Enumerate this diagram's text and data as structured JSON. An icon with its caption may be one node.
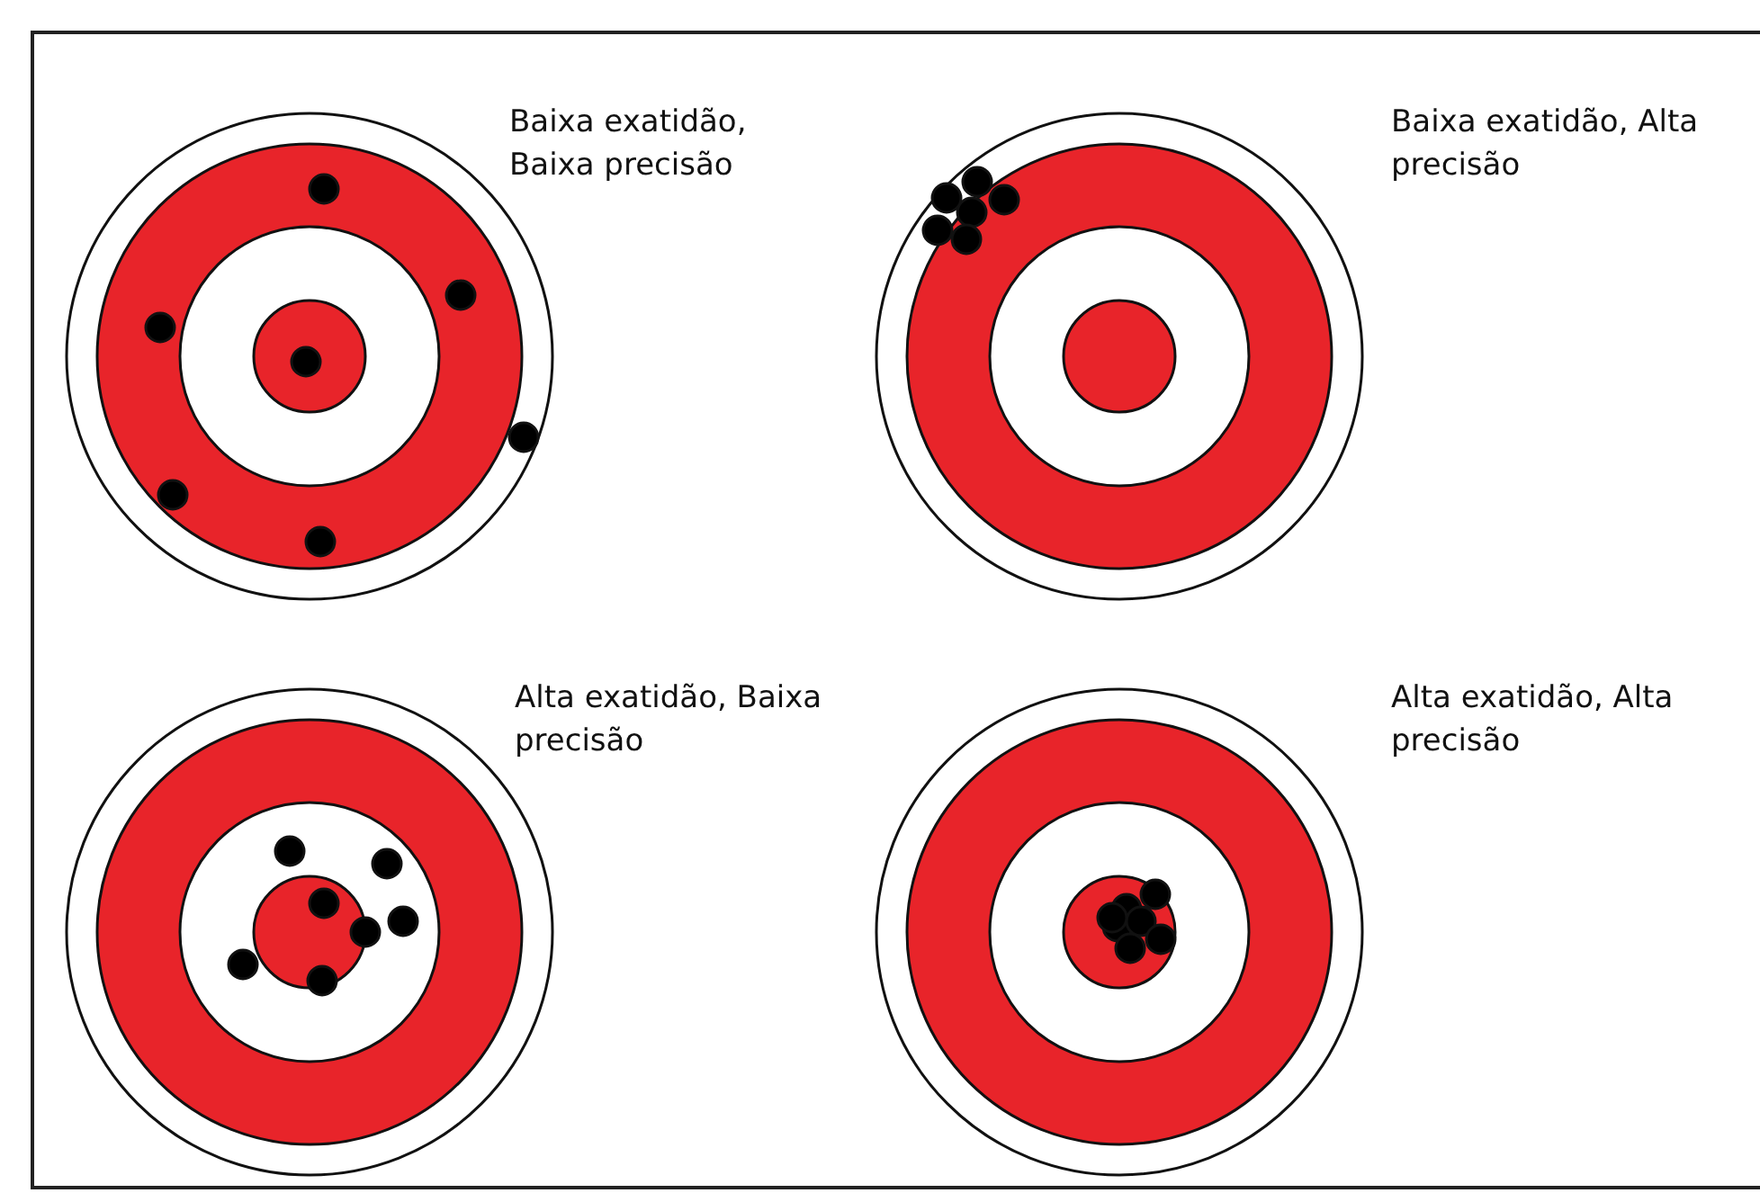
{
  "diagram": {
    "labels": [
      "Baixa exatidão, Baixa precisão",
      "Baixa exatidão, Alta precisão",
      "Alta exatidão, Baixa precisão",
      "Alta exatidão, Alta precisão"
    ]
  }
}
